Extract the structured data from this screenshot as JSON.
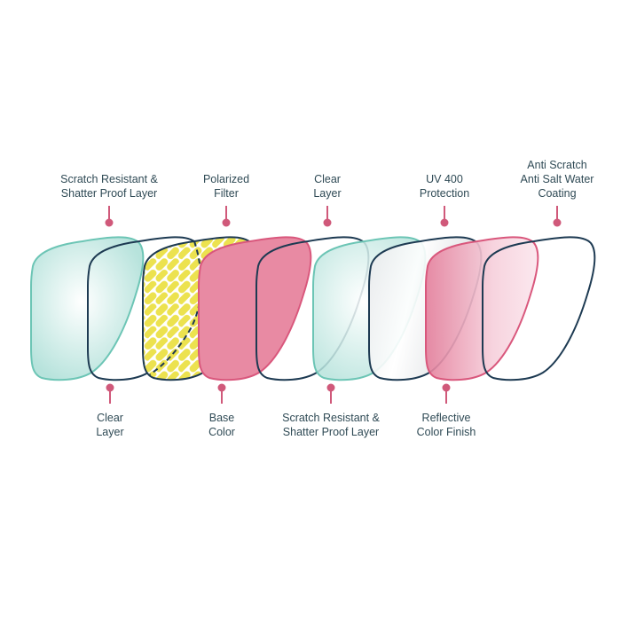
{
  "colors": {
    "text": "#2f4a55",
    "pin": "#d0597a",
    "navy": "#1d3a52",
    "teal": "#6cc5b5",
    "pink": "#d9577c",
    "pink_fill": "#e88aa3",
    "yellow": "#ece24f"
  },
  "labels_top": [
    {
      "lines": [
        "Scratch Resistant &",
        "Shatter Proof Layer"
      ]
    },
    {
      "lines": [
        "Polarized",
        "Filter"
      ]
    },
    {
      "lines": [
        "Clear",
        "Layer"
      ]
    },
    {
      "lines": [
        "UV 400",
        "Protection"
      ]
    },
    {
      "lines": [
        "Anti Scratch",
        "Anti Salt Water",
        "Coating"
      ]
    }
  ],
  "labels_bottom": [
    {
      "lines": [
        "Clear",
        "Layer"
      ]
    },
    {
      "lines": [
        "Base",
        "Color"
      ]
    },
    {
      "lines": [
        "Scratch Resistant &",
        "Shatter Proof Layer"
      ]
    },
    {
      "lines": [
        "Reflective",
        "Color Finish"
      ]
    }
  ]
}
